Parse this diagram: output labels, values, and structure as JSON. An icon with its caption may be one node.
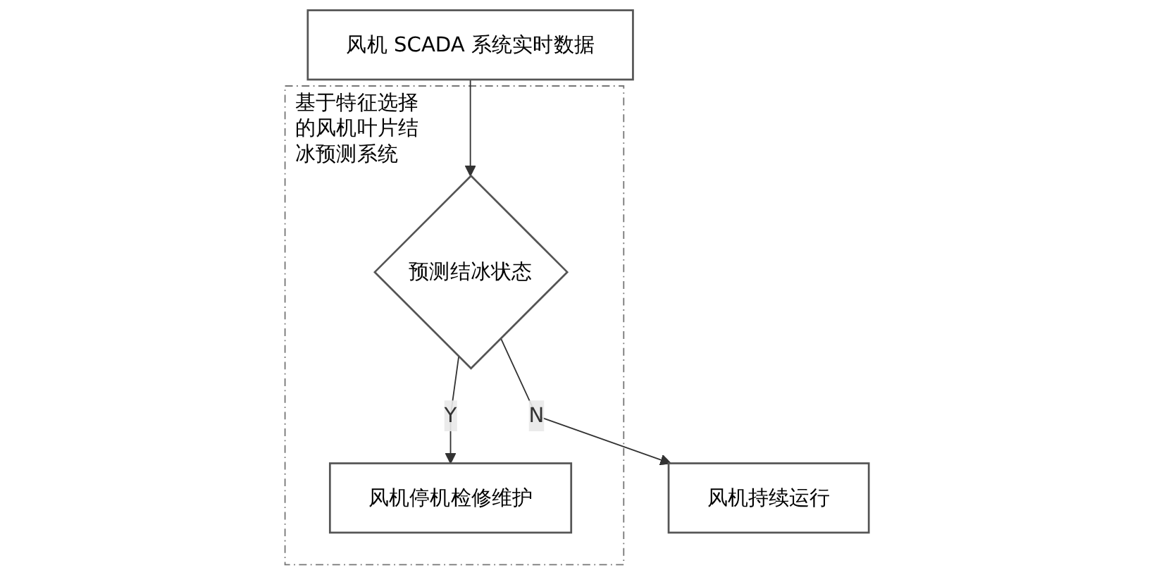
{
  "diagram": {
    "nodes": [
      {
        "text": [
          "风机 SCADA 系统实时数据"
        ]
      },
      {
        "text": [
          "基于特征选择的风机叶片结冰预测系统"
        ]
      },
      {
        "text": [
          "预测结冰状态"
        ],
        "in": 1
      },
      {
        "text": [
          "风机停机检修维护"
        ],
        "in": 1
      },
      {
        "text": [
          "风机持续运行"
        ]
      }
    ],
    "edges": [
      {
        "from": 0,
        "to": 2,
        "arrow": "to"
      },
      {
        "from": 2,
        "to": 3,
        "arrow": "to",
        "label": "Y"
      },
      {
        "from": 2,
        "to": 4,
        "arrow": "to",
        "label": "N"
      }
    ]
  }
}
